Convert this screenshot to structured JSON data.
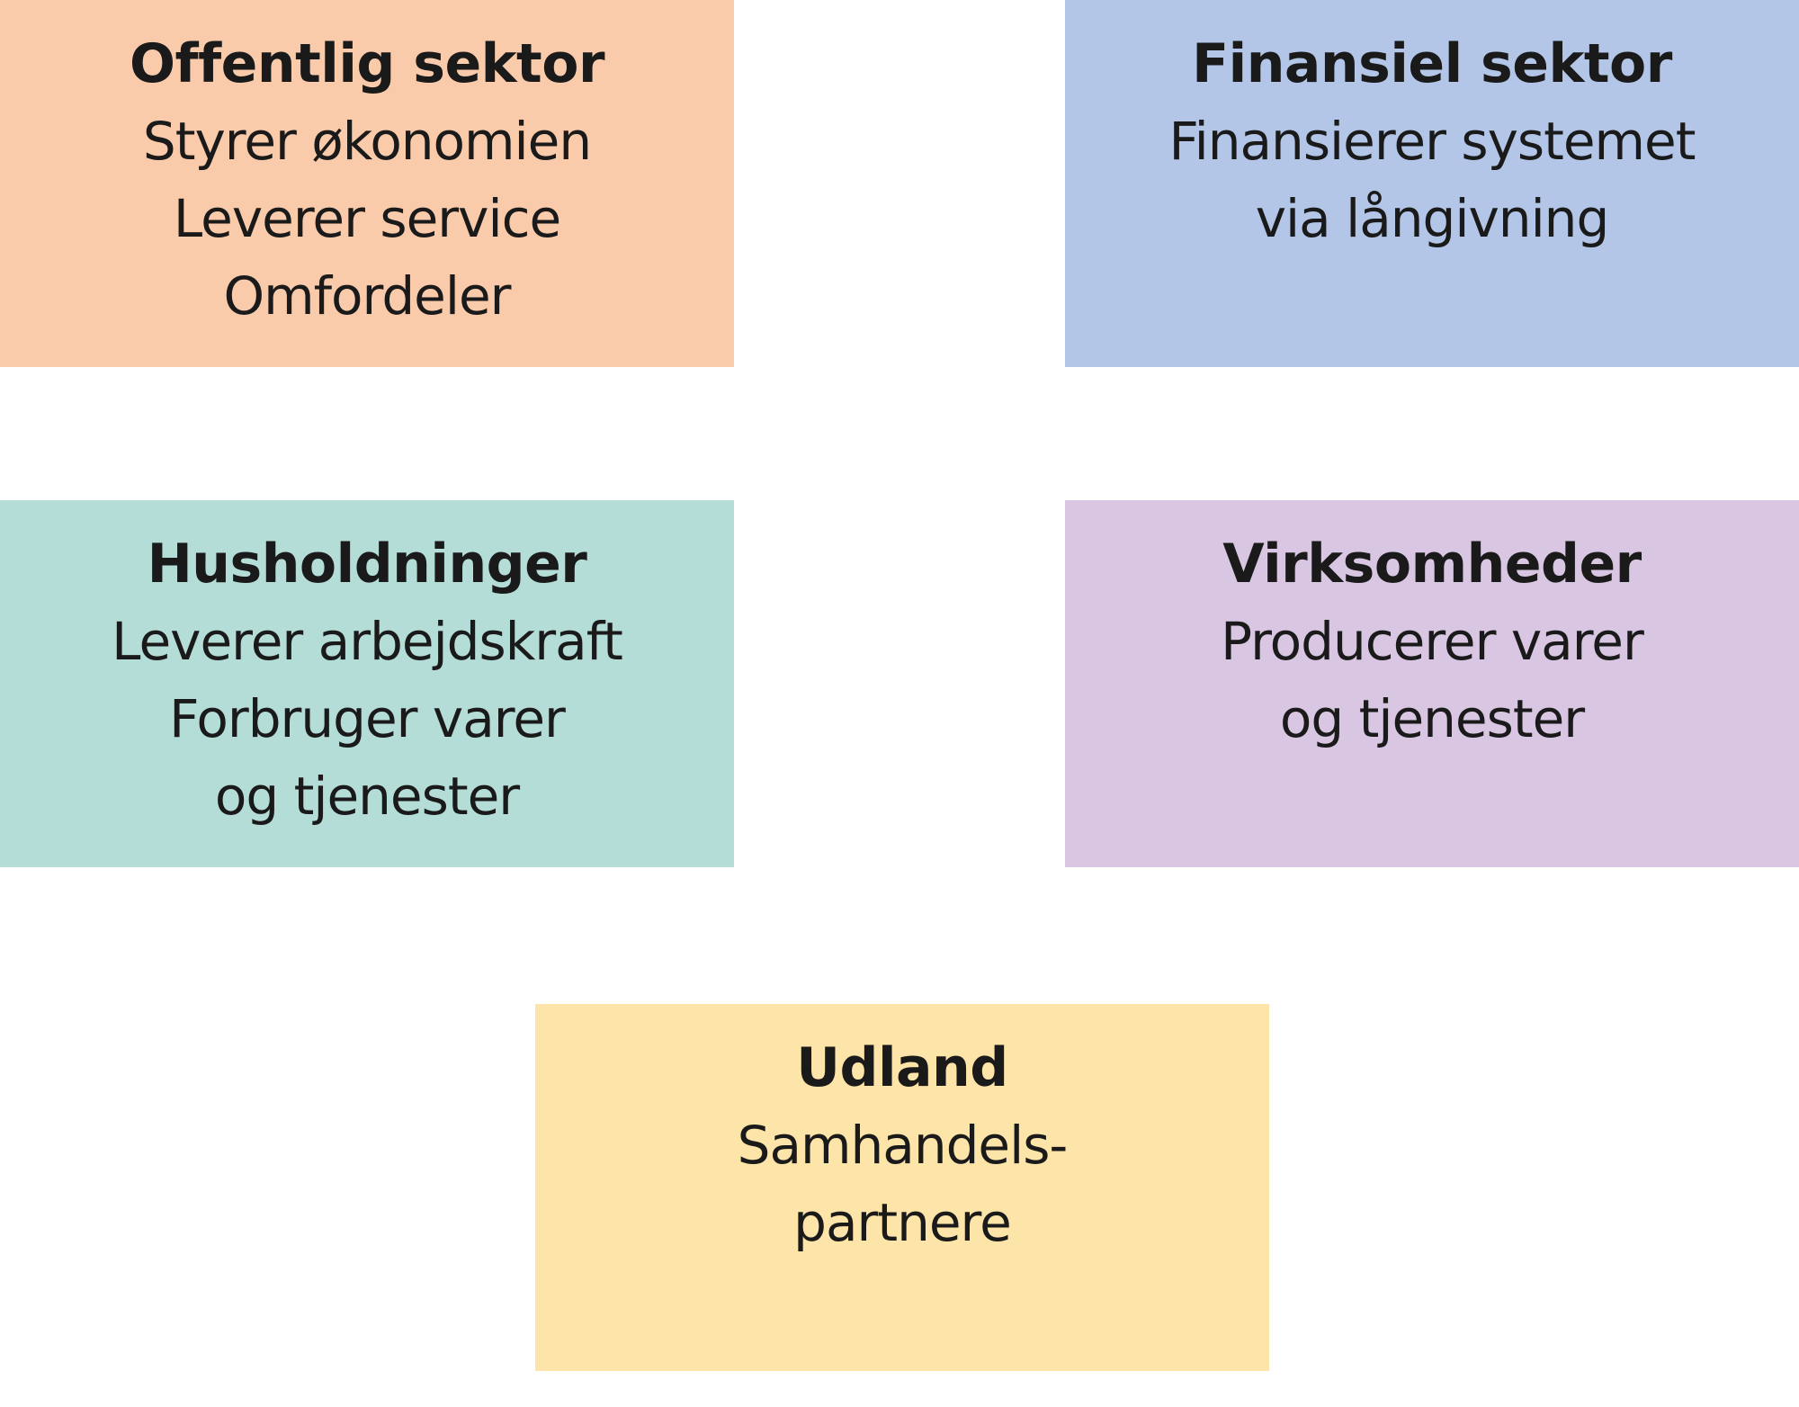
{
  "sectors": [
    {
      "id": "offentlig",
      "title": "Offentlig sektor",
      "lines": [
        "Styrer økonomien",
        "Leverer service",
        "Omfordeler"
      ],
      "color": "#f9cbab"
    },
    {
      "id": "finansiel",
      "title": "Finansiel sektor",
      "lines": [
        "Finansierer systemet",
        "via långivning"
      ],
      "color": "#b3c6e8"
    },
    {
      "id": "husholdninger",
      "title": "Husholdninger",
      "lines": [
        "Leverer arbejdskraft",
        "Forbruger varer",
        "og tjenester"
      ],
      "color": "#b5ddd8"
    },
    {
      "id": "virksomheder",
      "title": "Virksomheder",
      "lines": [
        "Producerer varer",
        "og tjenester"
      ],
      "color": "#d8c6e2"
    },
    {
      "id": "udland",
      "title": "Udland",
      "lines": [
        "Samhandels-",
        "partnere"
      ],
      "color": "#fde4a9"
    }
  ]
}
